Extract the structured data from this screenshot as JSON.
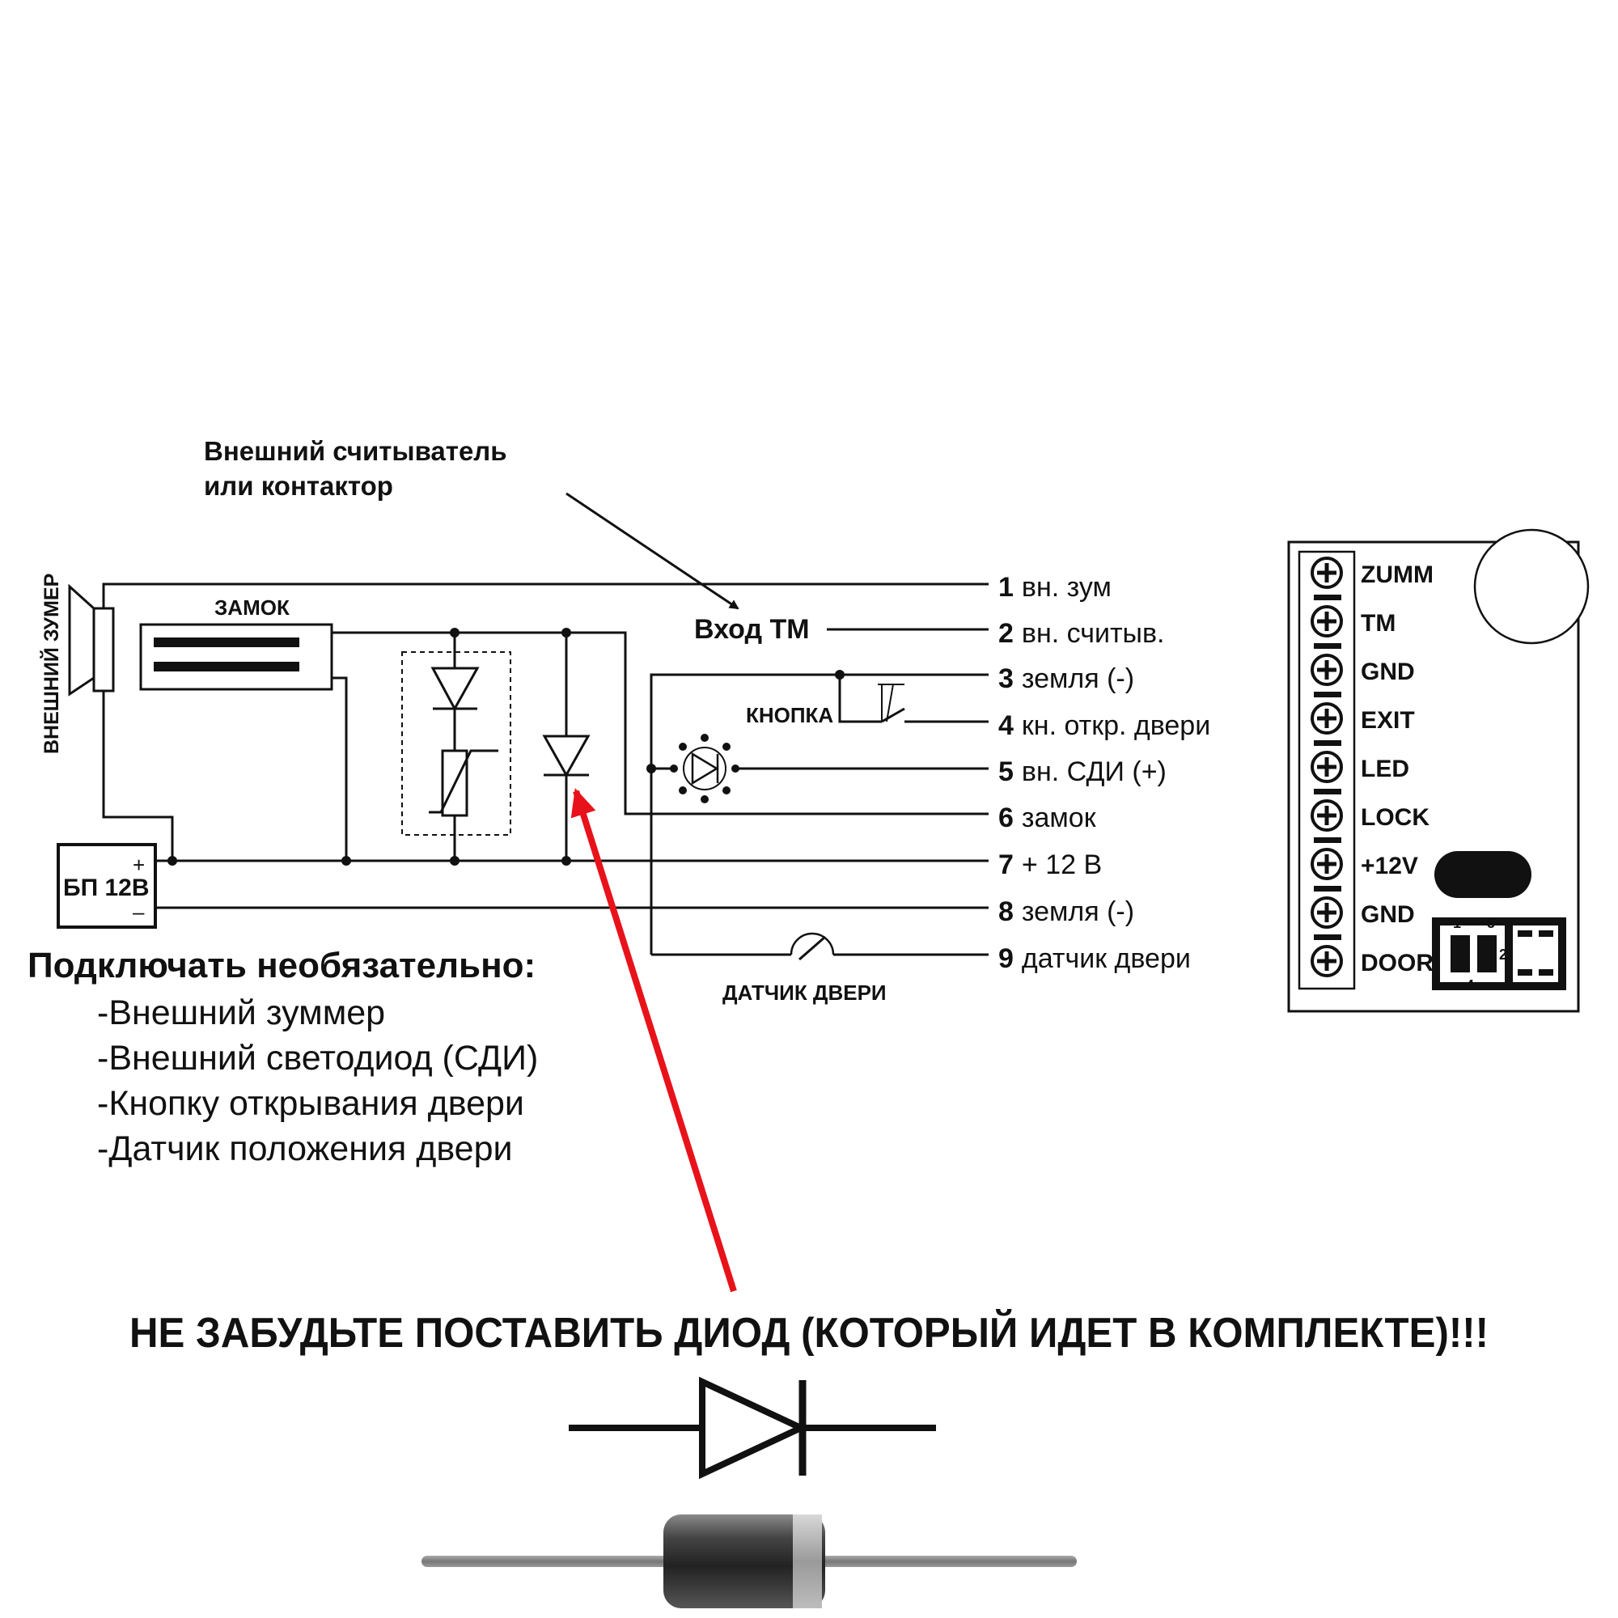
{
  "reader_note": {
    "line1": "Внешний считыватель",
    "line2": "или контактор"
  },
  "buzzer_label": "ВНЕШНИЙ ЗУМЕР",
  "lock_label": "ЗАМОК",
  "tm_input_label": "Вход ТМ",
  "button_label": "КНОПКА",
  "door_sensor_label": "ДАТЧИК ДВЕРИ",
  "psu": {
    "label": "БП 12В",
    "plus": "+",
    "minus": "–"
  },
  "terminals": [
    {
      "num": "1",
      "label": "вн. зум"
    },
    {
      "num": "2",
      "label": "вн. считыв."
    },
    {
      "num": "3",
      "label": "земля (-)"
    },
    {
      "num": "4",
      "label": "кн. откр. двери"
    },
    {
      "num": "5",
      "label": "вн. СДИ (+)"
    },
    {
      "num": "6",
      "label": "замок"
    },
    {
      "num": "7",
      "label": "+ 12 В"
    },
    {
      "num": "8",
      "label": "земля (-)"
    },
    {
      "num": "9",
      "label": "датчик двери"
    }
  ],
  "board": {
    "pins": [
      "ZUMM",
      "TM",
      "GND",
      "EXIT",
      "LED",
      "LOCK",
      "+12V",
      "GND",
      "DOOR"
    ],
    "jumper_numbers": [
      "1",
      "5",
      "3",
      "2",
      "4"
    ]
  },
  "optional": {
    "title": "Подключать необязательно:",
    "items": [
      "-Внешний зуммер",
      "-Внешний светодиод (СДИ)",
      "-Кнопку открывания двери",
      "-Датчик положения двери"
    ]
  },
  "warning": {
    "text": "НЕ ЗАБУДЬТЕ ПОСТАВИТЬ ДИОД (КОТОРЫЙ ИДЕТ В КОМПЛЕКТЕ)!!!",
    "color": "#e8121b"
  }
}
